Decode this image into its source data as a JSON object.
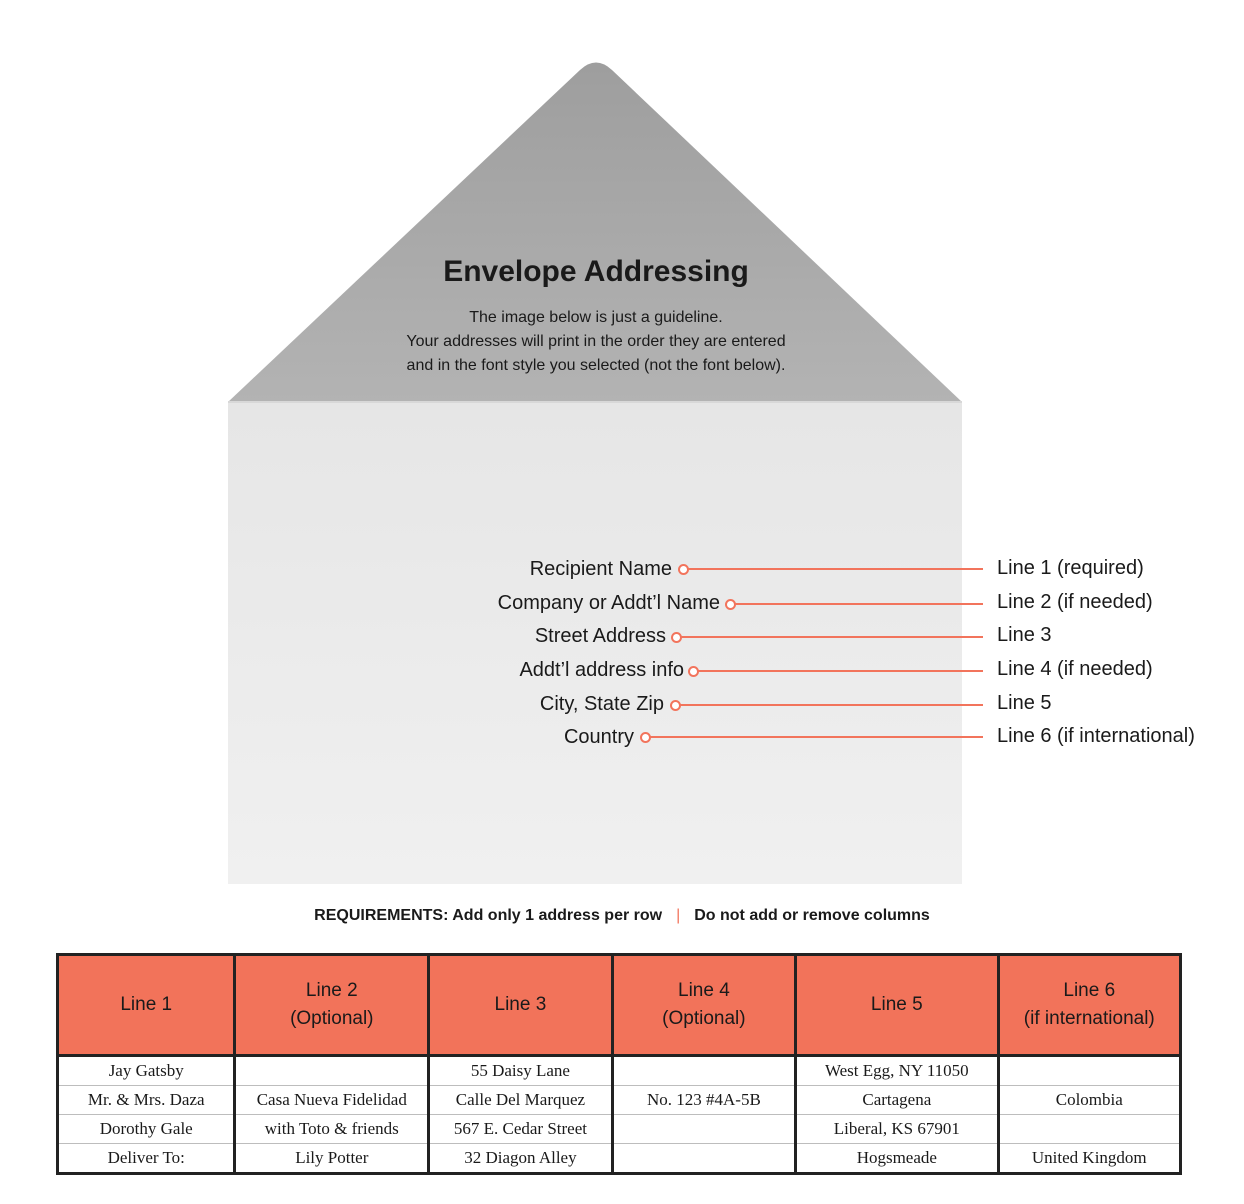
{
  "colors": {
    "accent": "#f2745c",
    "header_fill": "#f2735a",
    "flap": "#a8a8a8",
    "envelope": "#ebebeb"
  },
  "flap": {
    "title": "Envelope Addressing",
    "lines": [
      "The image below is just a guideline.",
      "Your addresses will print in the order they are entered",
      "and in the font style you selected (not the font below)."
    ]
  },
  "fields": [
    {
      "label": "Recipient Name",
      "line": "Line 1 (required)"
    },
    {
      "label": "Company or Addt’l Name",
      "line": "Line 2 (if needed)"
    },
    {
      "label": "Street Address",
      "line": "Line 3"
    },
    {
      "label": "Addt’l address info",
      "line": "Line 4 (if needed)"
    },
    {
      "label": "City, State Zip",
      "line": "Line 5"
    },
    {
      "label": "Country",
      "line": "Line 6 (if international)"
    }
  ],
  "requirements": {
    "left": "REQUIREMENTS: Add only 1 address per row",
    "separator": "|",
    "right": "Do not add or remove columns"
  },
  "table": {
    "headers": [
      {
        "line1": "Line 1",
        "line2": ""
      },
      {
        "line1": "Line 2",
        "line2": "(Optional)"
      },
      {
        "line1": "Line 3",
        "line2": ""
      },
      {
        "line1": "Line 4",
        "line2": "(Optional)"
      },
      {
        "line1": "Line 5",
        "line2": ""
      },
      {
        "line1": "Line 6",
        "line2": "(if international)"
      }
    ],
    "rows": [
      [
        "Jay Gatsby",
        "",
        "55 Daisy Lane",
        "",
        "West Egg, NY 11050",
        ""
      ],
      [
        "Mr. & Mrs. Daza",
        "Casa Nueva Fidelidad",
        "Calle Del Marquez",
        "No. 123 #4A-5B",
        "Cartagena",
        "Colombia"
      ],
      [
        "Dorothy Gale",
        "with Toto & friends",
        "567 E. Cedar Street",
        "",
        "Liberal, KS 67901",
        ""
      ],
      [
        "Deliver To:",
        "Lily Potter",
        "32 Diagon Alley",
        "",
        "Hogsmeade",
        "United Kingdom"
      ]
    ]
  }
}
